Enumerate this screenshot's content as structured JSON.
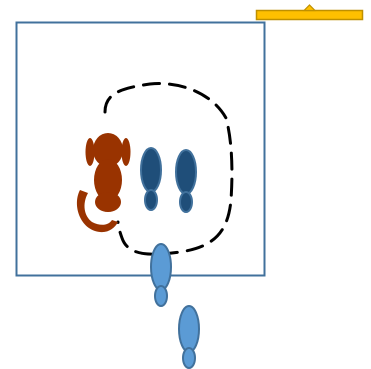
{
  "canvas": {
    "background": "#ffffff"
  },
  "frame": {
    "stroke": "#41719c"
  },
  "callout_bar": {
    "fill": "#ffc000",
    "stroke": "#bf9000"
  },
  "region": {
    "stroke": "#000000",
    "style": "dashed"
  },
  "cat": {
    "fill": "#993300",
    "icon": "cat-silhouette-icon"
  },
  "footprints_inside": {
    "fill": "#1f4e79",
    "stroke": "#41719c",
    "count": 2
  },
  "footprints_outside": {
    "fill": "#5b9bd5",
    "stroke": "#41719c",
    "count": 2
  }
}
